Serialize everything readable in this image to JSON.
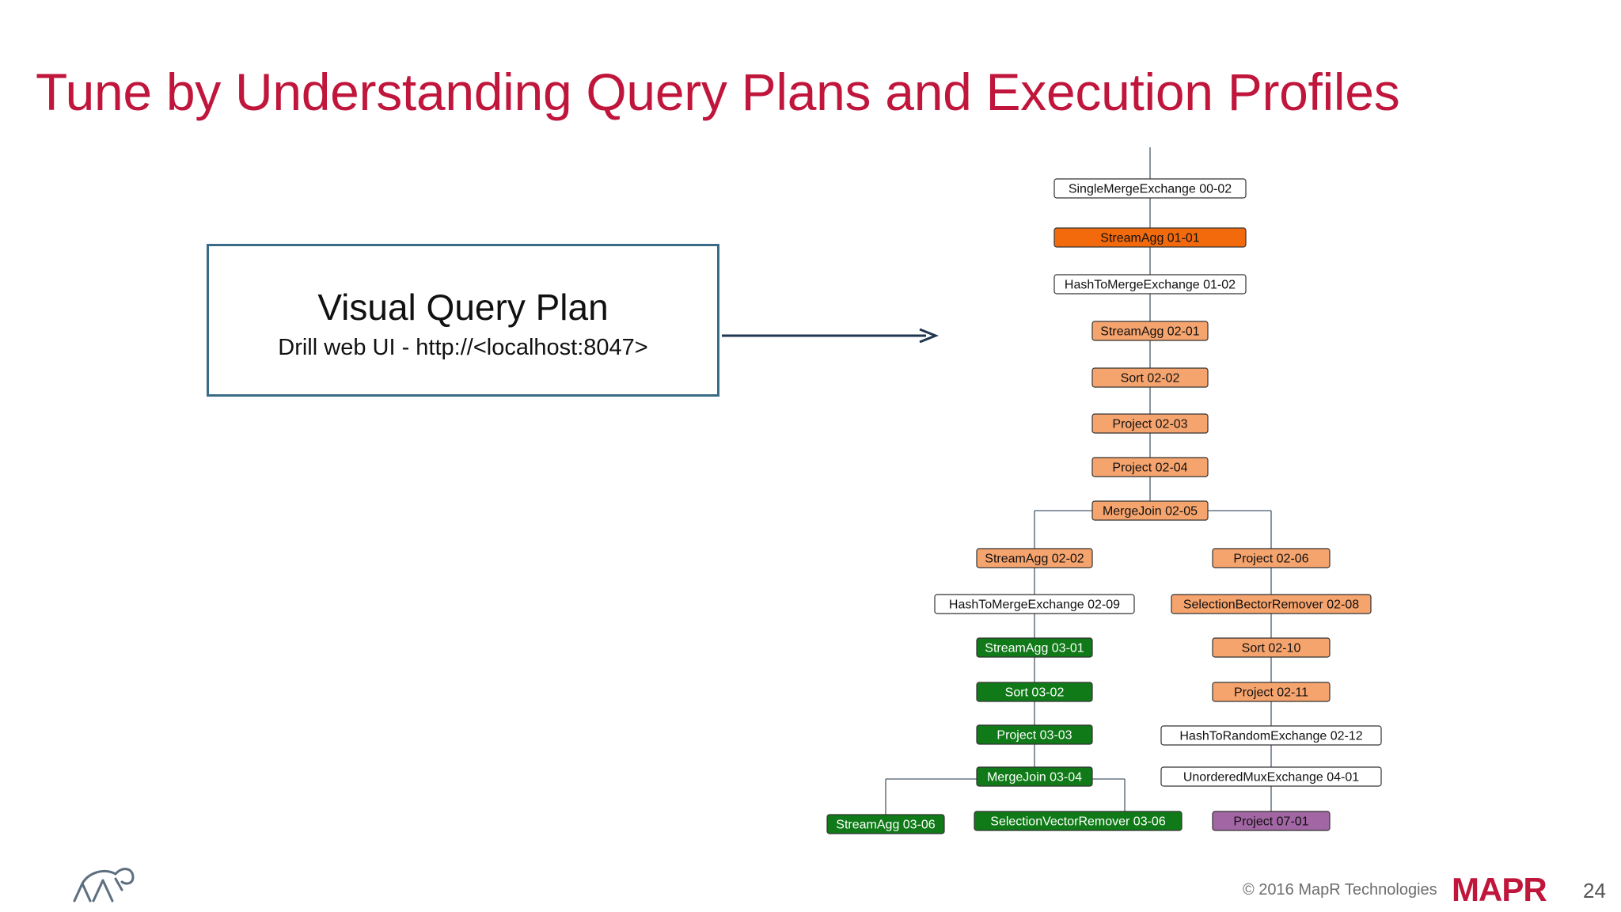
{
  "slide": {
    "title": "Tune by Understanding Query Plans and Execution Profiles",
    "callout_heading": "Visual Query Plan",
    "callout_subtext": "Drill web UI - http://<localhost:8047>",
    "footer_copyright": "© 2016 MapR Technologies",
    "brand": "MAPR",
    "page_number": "24"
  },
  "colors": {
    "title": "#c0163c",
    "callout_border": "#3a6b86",
    "arrow": "#1f3550",
    "white": "#ffffff",
    "dark_orange": "#f36a0d",
    "light_orange": "#f6a46e",
    "green": "#0f7a17",
    "purple": "#a366a4"
  },
  "plan": {
    "nodes": [
      {
        "id": "n1",
        "label": "SingleMergeExchange 00-02",
        "color": "white"
      },
      {
        "id": "n2",
        "label": "StreamAgg 01-01",
        "color": "dark_orange"
      },
      {
        "id": "n3",
        "label": "HashToMergeExchange 01-02",
        "color": "white"
      },
      {
        "id": "n4",
        "label": "StreamAgg 02-01",
        "color": "light_orange"
      },
      {
        "id": "n5",
        "label": "Sort 02-02",
        "color": "light_orange"
      },
      {
        "id": "n6",
        "label": "Project 02-03",
        "color": "light_orange"
      },
      {
        "id": "n7",
        "label": "Project 02-04",
        "color": "light_orange"
      },
      {
        "id": "n8",
        "label": "MergeJoin 02-05",
        "color": "light_orange"
      },
      {
        "id": "n9",
        "label": "StreamAgg 02-02",
        "color": "light_orange"
      },
      {
        "id": "n10",
        "label": "HashToMergeExchange 02-09",
        "color": "white"
      },
      {
        "id": "n11",
        "label": "StreamAgg 03-01",
        "color": "green"
      },
      {
        "id": "n12",
        "label": "Sort 03-02",
        "color": "green"
      },
      {
        "id": "n13",
        "label": "Project 03-03",
        "color": "green"
      },
      {
        "id": "n14",
        "label": "MergeJoin 03-04",
        "color": "green"
      },
      {
        "id": "n15",
        "label": "StreamAgg 03-06",
        "color": "green"
      },
      {
        "id": "n16",
        "label": "SelectionVectorRemover 03-06",
        "color": "green"
      },
      {
        "id": "n17",
        "label": "Project 02-06",
        "color": "light_orange"
      },
      {
        "id": "n18",
        "label": "SelectionBectorRemover 02-08",
        "color": "light_orange"
      },
      {
        "id": "n19",
        "label": "Sort 02-10",
        "color": "light_orange"
      },
      {
        "id": "n20",
        "label": "Project 02-11",
        "color": "light_orange"
      },
      {
        "id": "n21",
        "label": "HashToRandomExchange 02-12",
        "color": "white"
      },
      {
        "id": "n22",
        "label": "UnorderedMuxExchange 04-01",
        "color": "white"
      },
      {
        "id": "n23",
        "label": "Project 07-01",
        "color": "purple"
      }
    ]
  }
}
